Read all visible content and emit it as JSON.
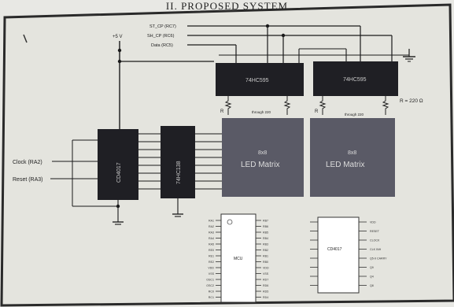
{
  "section_heading": "II.   PROPOSED SYSTEM",
  "supply_label": "+5 V",
  "control_signals": {
    "st_cp": "ST_CP (RC7)",
    "sh_cp": "SH_CP (RC6)",
    "data": "Data (RC5)"
  },
  "inputs": {
    "clock": "Clock (RA2)",
    "reset": "Reset (RA3)"
  },
  "ics": {
    "counter": "CD4017",
    "decoder": "74HC138",
    "shift_left": "74HC595",
    "shift_right": "74HC595"
  },
  "matrix_left": {
    "line1": "8x8",
    "line2": "LED Matrix"
  },
  "matrix_right": {
    "line1": "8x8",
    "line2": "LED Matrix"
  },
  "resistor": {
    "tag": "R",
    "spec": "R = 220 Ω",
    "note": "through 220"
  },
  "pinout_left": {
    "center": "MCU",
    "left_pins": [
      "RA1",
      "RA2",
      "RA3",
      "RA4",
      "RA5",
      "RE0",
      "RE1",
      "RE2",
      "VDD",
      "VSS",
      "OSC1",
      "OSC2",
      "RC0",
      "RC1"
    ],
    "right_pins": [
      "RB7",
      "RB6",
      "RB5",
      "RB4",
      "RB3",
      "RB2",
      "RB1",
      "RB0",
      "VDD",
      "VSS",
      "RD7",
      "RD6",
      "RD5",
      "RD4"
    ]
  },
  "pinout_right": {
    "center": "CD4017",
    "right_pins": [
      "VDD",
      "RESET",
      "CLOCK",
      "CLK INH",
      "Q5-9 CARRY",
      "Q9",
      "Q4",
      "Q8"
    ]
  },
  "colors": {
    "ic_dark": "#1f1f24",
    "matrix_fill": "#5a5a66",
    "wire": "#1a1a1a",
    "paper": "#e4e4de",
    "frame": "#2a2a2a"
  }
}
